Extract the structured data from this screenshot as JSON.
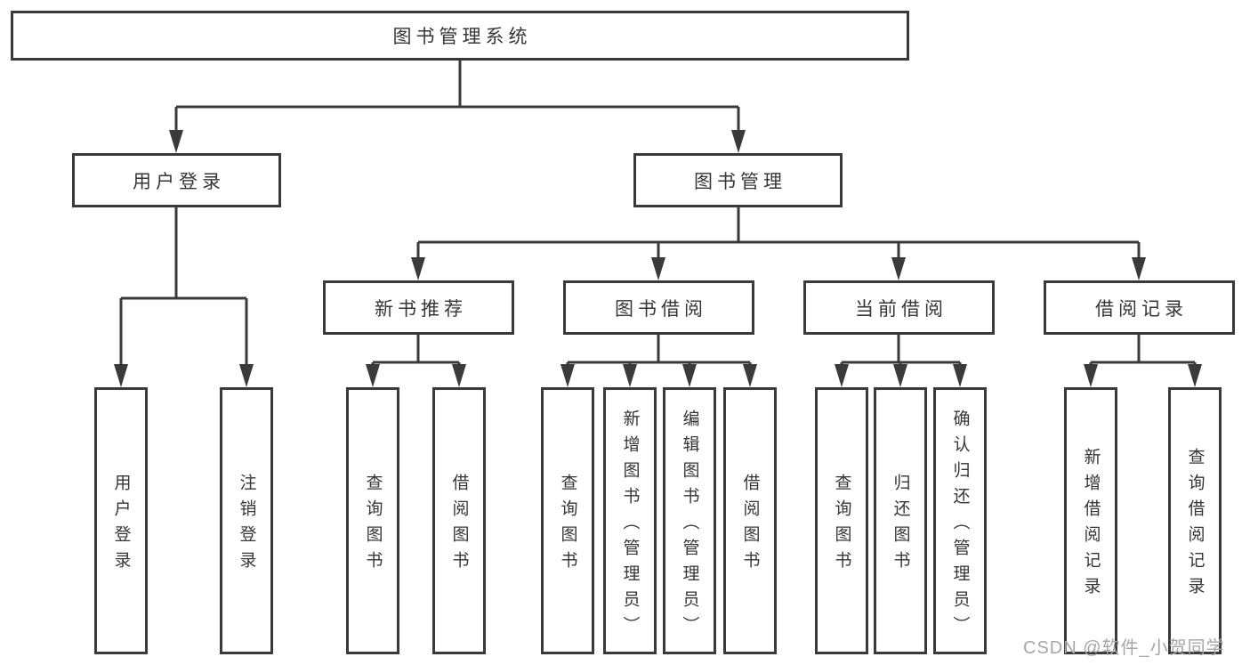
{
  "diagram_title": "图书管理系统",
  "watermark": "CSDN @软件_小贺同学",
  "colors": {
    "line": "#3a3a3a",
    "box_background": "#ffffff",
    "text": "#363636",
    "watermark": "#a6a6a6"
  },
  "tree": {
    "label": "图书管理系统",
    "children": [
      {
        "label": "用户登录",
        "children": [
          {
            "label": "用户登录"
          },
          {
            "label": "注销登录"
          }
        ]
      },
      {
        "label": "图书管理",
        "children": [
          {
            "label": "新书推荐",
            "children": [
              {
                "label": "查询图书"
              },
              {
                "label": "借阅图书"
              }
            ]
          },
          {
            "label": "图书借阅",
            "children": [
              {
                "label": "查询图书"
              },
              {
                "label": "新增图书（管理员）"
              },
              {
                "label": "编辑图书（管理员）"
              },
              {
                "label": "借阅图书"
              }
            ]
          },
          {
            "label": "当前借阅",
            "children": [
              {
                "label": "查询图书"
              },
              {
                "label": "归还图书"
              },
              {
                "label": "确认归还（管理员）"
              }
            ]
          },
          {
            "label": "借阅记录",
            "children": [
              {
                "label": "新增借阅记录"
              },
              {
                "label": "查询借阅记录"
              }
            ]
          }
        ]
      }
    ]
  }
}
